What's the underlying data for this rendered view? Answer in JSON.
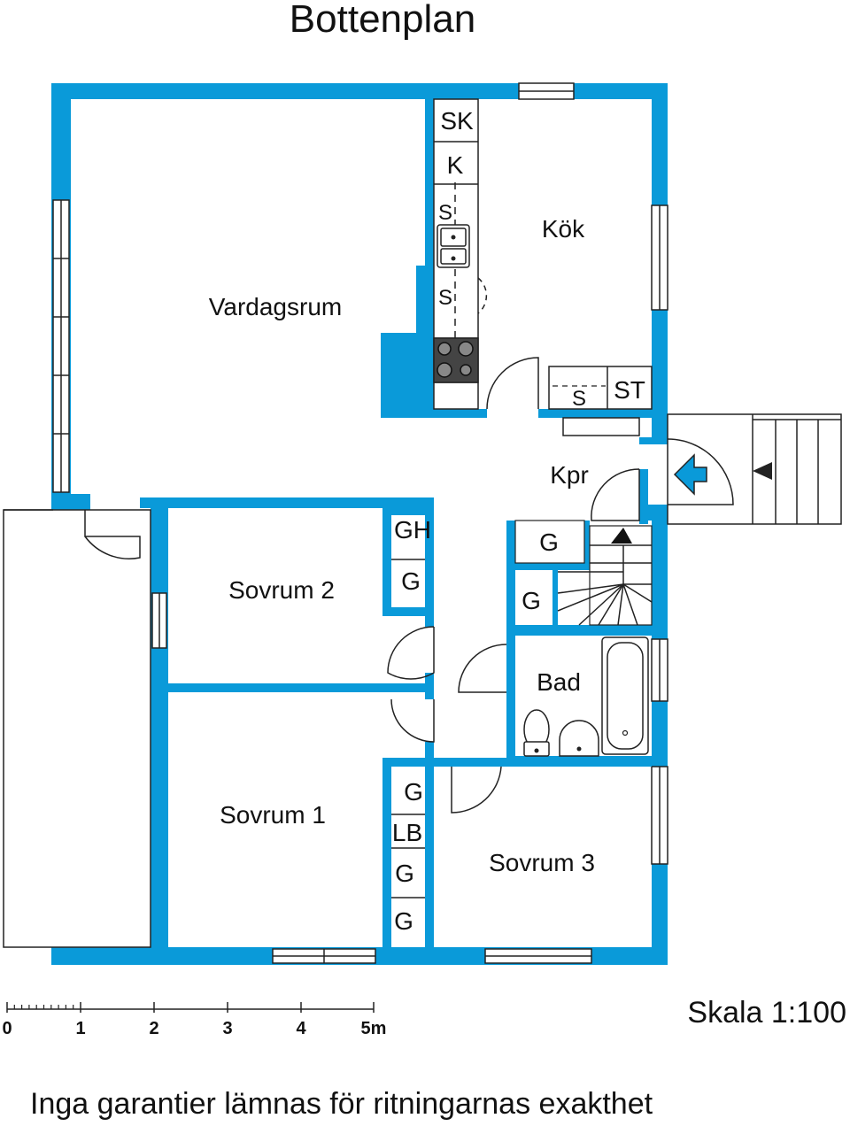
{
  "title": "Bottenplan",
  "rooms": {
    "vardagsrum": "Vardagsrum",
    "kok": "Kök",
    "kpr": "Kpr",
    "sovrum1": "Sovrum 1",
    "sovrum2": "Sovrum 2",
    "sovrum3": "Sovrum 3",
    "bad": "Bad"
  },
  "fixtures": {
    "sk": "SK",
    "k": "K",
    "s_upper": "S",
    "s_lower": "S",
    "s_hall": "S",
    "st": "ST",
    "gh": "GH",
    "g_sov2": "G",
    "g_hall_top": "G",
    "g_hall_left": "G",
    "g_sov1_top": "G",
    "lb": "LB",
    "g_sov1_mid": "G",
    "g_sov1_bot": "G"
  },
  "scale": {
    "label": "Skala 1:100",
    "ticks": [
      "0",
      "1",
      "2",
      "3",
      "4",
      "5m"
    ]
  },
  "disclaimer": "Inga garantier lämnas för ritningarnas exakthet",
  "colors": {
    "wall": "#0a9ad9",
    "line": "#222222",
    "text": "#111111"
  }
}
